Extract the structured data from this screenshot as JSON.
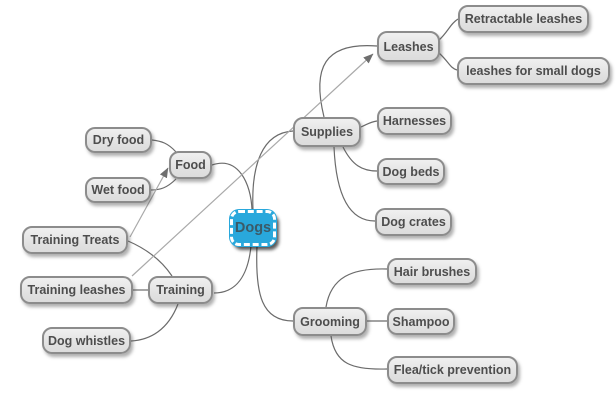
{
  "diagram": {
    "type": "mindmap",
    "root": "Dogs",
    "background_color": "#ffffff"
  },
  "colors": {
    "node_fill": "#e4e4e4",
    "node_border": "#8c8c8c",
    "node_text": "#4d4d4d",
    "root_fill": "#29a8dc",
    "root_border": "#ffffff",
    "root_text": "#3b5a68",
    "branch_line": "#6b6b6b",
    "arrow_link_line": "#a9a9a9",
    "arrowhead": "#6e6e6e"
  },
  "nodes": {
    "dogs": {
      "label": "Dogs"
    },
    "food": {
      "label": "Food"
    },
    "dry_food": {
      "label": "Dry food"
    },
    "wet_food": {
      "label": "Wet food"
    },
    "training": {
      "label": "Training"
    },
    "training_treats": {
      "label": "Training Treats"
    },
    "training_leashes": {
      "label": "Training leashes"
    },
    "dog_whistles": {
      "label": "Dog whistles"
    },
    "supplies": {
      "label": "Supplies"
    },
    "leashes": {
      "label": "Leashes"
    },
    "retractable_leashes": {
      "label": "Retractable leashes"
    },
    "leashes_for_small_dogs": {
      "label": "leashes for small dogs"
    },
    "harnesses": {
      "label": "Harnesses"
    },
    "dog_beds": {
      "label": "Dog beds"
    },
    "dog_crates": {
      "label": "Dog crates"
    },
    "grooming": {
      "label": "Grooming"
    },
    "hair_brushes": {
      "label": "Hair brushes"
    },
    "shampoo": {
      "label": "Shampoo"
    },
    "flea_tick_prevention": {
      "label": "Flea/tick prevention"
    }
  },
  "edges": [
    {
      "from": "Dogs",
      "to": "Food"
    },
    {
      "from": "Dogs",
      "to": "Supplies"
    },
    {
      "from": "Dogs",
      "to": "Training"
    },
    {
      "from": "Dogs",
      "to": "Grooming"
    },
    {
      "from": "Food",
      "to": "Dry food"
    },
    {
      "from": "Food",
      "to": "Wet food"
    },
    {
      "from": "Training",
      "to": "Training Treats"
    },
    {
      "from": "Training",
      "to": "Training leashes"
    },
    {
      "from": "Training",
      "to": "Dog whistles"
    },
    {
      "from": "Supplies",
      "to": "Leashes"
    },
    {
      "from": "Supplies",
      "to": "Harnesses"
    },
    {
      "from": "Supplies",
      "to": "Dog beds"
    },
    {
      "from": "Supplies",
      "to": "Dog crates"
    },
    {
      "from": "Leashes",
      "to": "Retractable leashes"
    },
    {
      "from": "Leashes",
      "to": "leashes for small dogs"
    },
    {
      "from": "Grooming",
      "to": "Hair brushes"
    },
    {
      "from": "Grooming",
      "to": "Shampoo"
    },
    {
      "from": "Grooming",
      "to": "Flea/tick prevention"
    }
  ],
  "arrow_links": [
    {
      "from": "Training Treats",
      "to": "Food"
    },
    {
      "from": "Training leashes",
      "to": "Leashes"
    }
  ]
}
